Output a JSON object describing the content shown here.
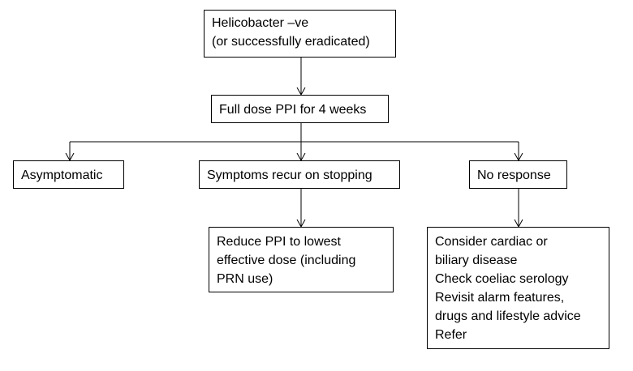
{
  "nodes": {
    "start": {
      "lines": [
        "Helicobacter –ve",
        "(or successfully eradicated)"
      ]
    },
    "ppi": {
      "lines": [
        "Full dose PPI for 4 weeks"
      ]
    },
    "asymptomatic": {
      "lines": [
        "Asymptomatic"
      ]
    },
    "recur": {
      "lines": [
        "Symptoms recur on stopping"
      ]
    },
    "noresponse": {
      "lines": [
        "No response"
      ]
    },
    "reduce": {
      "lines": [
        "Reduce PPI to lowest",
        "effective dose (including",
        "PRN use)"
      ]
    },
    "consider": {
      "lines": [
        "Consider cardiac or",
        "biliary disease",
        "Check coeliac serology",
        "Revisit alarm features,",
        "drugs and lifestyle advice",
        "Refer"
      ]
    }
  },
  "colors": {
    "line": "#000000",
    "box_border": "#000000",
    "background": "#ffffff"
  }
}
